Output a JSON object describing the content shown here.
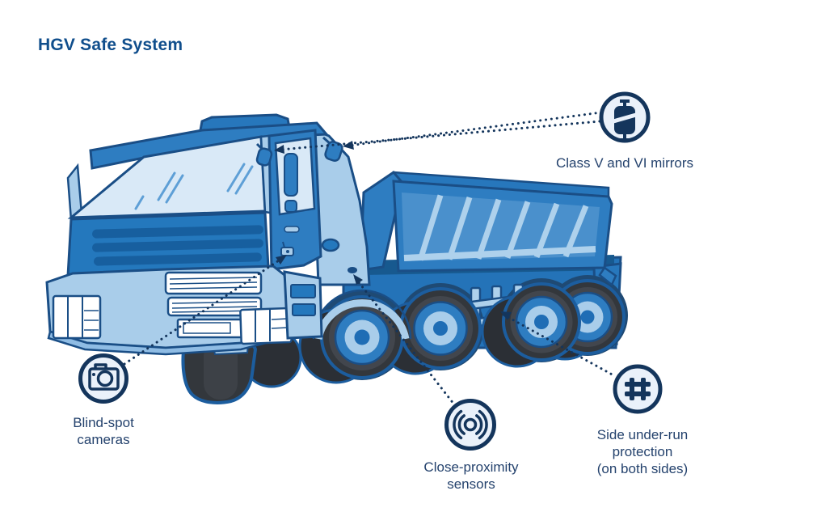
{
  "title": "HGV Safe System",
  "callouts": [
    {
      "id": "class-v-vi-mirrors",
      "icon": "mirror-icon",
      "lines": [
        "Class V and VI mirrors"
      ]
    },
    {
      "id": "blind-spot-cameras",
      "icon": "camera-icon",
      "lines": [
        "Blind-spot",
        "cameras"
      ]
    },
    {
      "id": "close-proximity-sensors",
      "icon": "proximity-sensor-icon",
      "lines": [
        "Close-proximity",
        "sensors"
      ]
    },
    {
      "id": "side-under-run-protection",
      "icon": "side-guard-icon",
      "lines": [
        "Side under-run",
        "protection",
        "(on both sides)"
      ]
    }
  ],
  "colors": {
    "title_text": "#104e8c",
    "label_text": "#24426d",
    "icon_ring": "#14355c",
    "icon_fill": "#eaf1fa",
    "connector": "#14355c",
    "truck_primary": "#2e7dc1",
    "truck_dark": "#2174b9",
    "truck_panel_light": "#a9cdea",
    "windshield": "#d9e9f7",
    "outline_navy": "#1a4e86",
    "tire_dark": "#33373c"
  }
}
